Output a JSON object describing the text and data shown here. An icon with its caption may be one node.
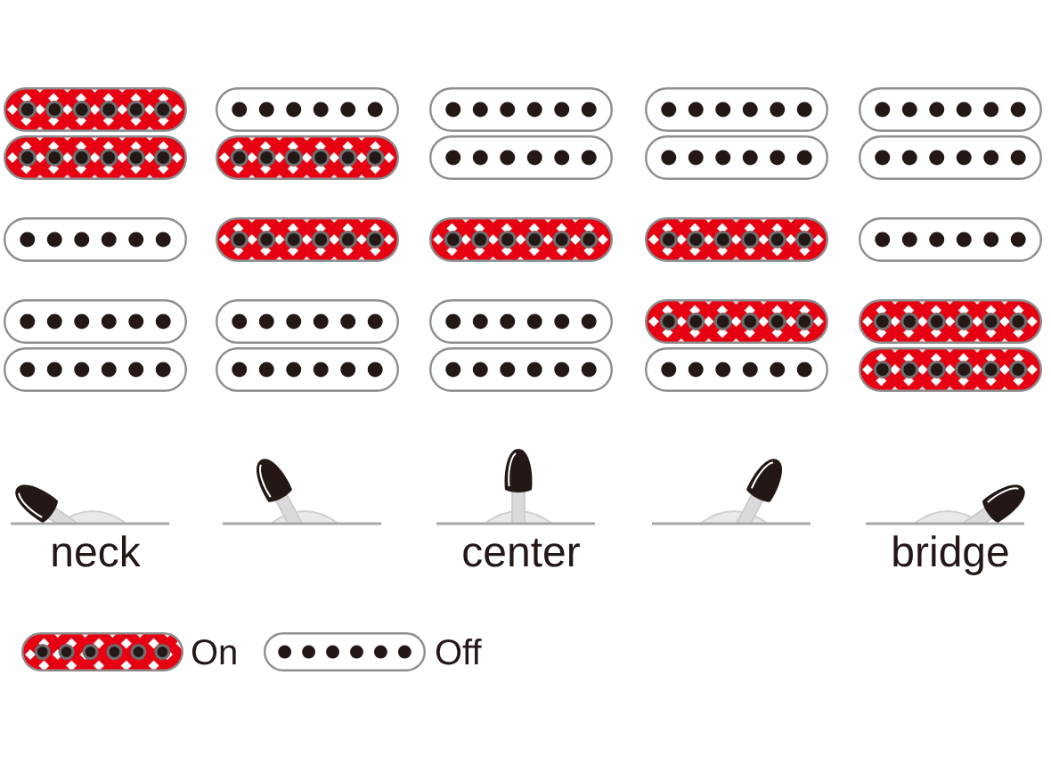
{
  "diagram": {
    "labels": [
      "neck",
      "center",
      "bridge"
    ],
    "legend": [
      {
        "text": "On",
        "color": "#e60012"
      },
      {
        "text": "Off"
      }
    ]
  }
}
